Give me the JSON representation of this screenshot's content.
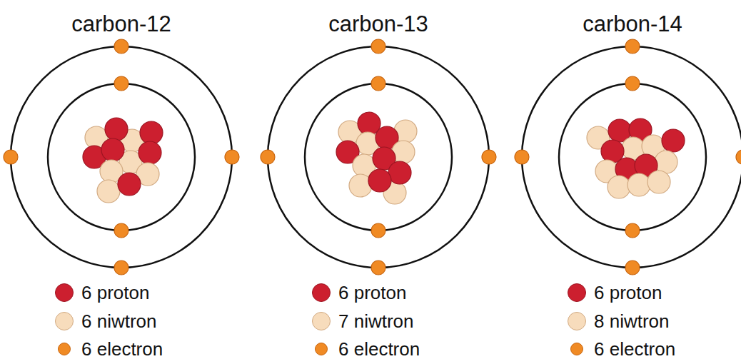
{
  "diagram": {
    "labels": [
      "carbon-12",
      "carbon-13",
      "carbon-14"
    ],
    "legend": [
      {
        "text": "6 proton",
        "color": "#cc1f2f"
      },
      {
        "text": "6 niwtron",
        "color": "#f7dcbc"
      },
      {
        "text": "6 electron",
        "color": "#f08a24"
      },
      {
        "text": "6 proton",
        "color": "#cc1f2f"
      },
      {
        "text": "7 niwtron",
        "color": "#f7dcbc"
      },
      {
        "text": "6 electron",
        "color": "#f08a24"
      },
      {
        "text": "6 proton",
        "color": "#cc1f2f"
      },
      {
        "text": "8 niwtron",
        "color": "#f7dcbc"
      },
      {
        "text": "6 electron",
        "color": "#f08a24"
      }
    ]
  }
}
